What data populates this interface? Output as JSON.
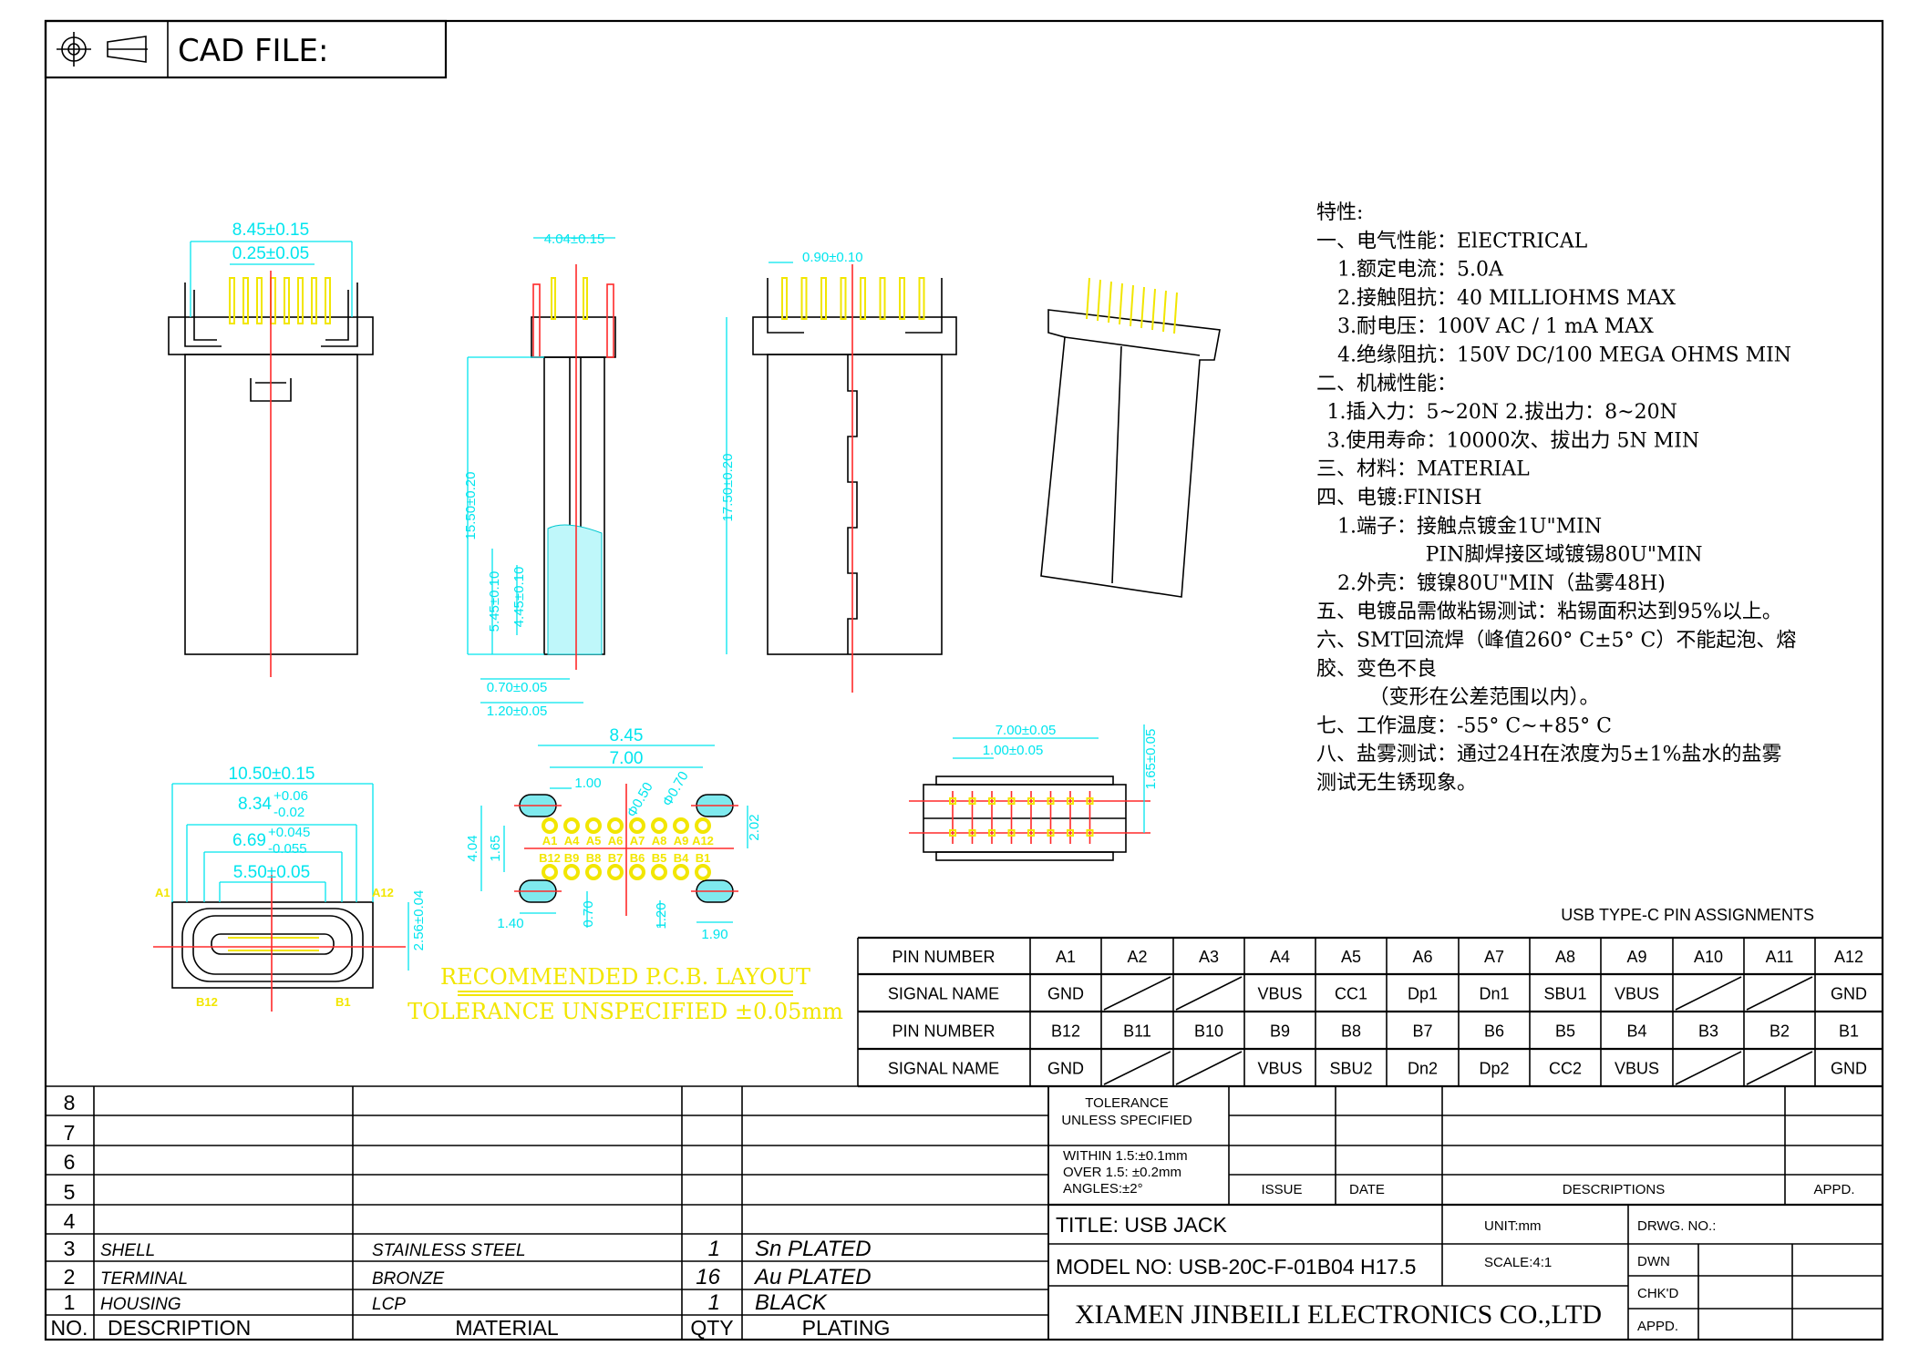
{
  "header": {
    "cad_file": "CAD FILE:"
  },
  "specs": [
    "特性:",
    "一、电气性能：ElECTRICAL",
    "1.额定电流：5.0A",
    "2.接触阻抗：40 MILLIOHMS MAX",
    "3.耐电压：100V AC / 1 mA MAX",
    "4.绝缘阻抗：150V DC/100 MEGA OHMS MIN",
    "二、机械性能：",
    "1.插入力：5~20N  2.拔出力：8~20N",
    "3.使用寿命：10000次、拔出力 5N MIN",
    "三、材料：MATERIAL",
    "四、电镀:FINISH",
    "1.端子：接触点镀金1U\"MIN",
    "PIN脚焊接区域镀锡80U\"MIN",
    "2.外壳：镀镍80U\"MIN（盐雾48H)",
    "五、电镀品需做粘锡测试：粘锡面积达到95%以上。",
    "六、SMT回流焊（峰值260° C±5° C）不能起泡、熔",
    "胶、变色不良",
    "（变形在公差范围以内）。",
    "七、工作温度：-55° C~+85° C",
    "八、盐雾测试：通过24H在浓度为5±1%盐水的盐雾",
    "测试无生锈现象。"
  ],
  "dims": {
    "front_width": "8.45±0.15",
    "front_pin_width": "0.25±0.05",
    "side_width": "4.04±0.15",
    "side_height": "15.50±0.20",
    "side_h1": "5.45±0.10",
    "side_h2": "4.45±0.10",
    "side_w1": "0.70±0.05",
    "side_w2": "1.20±0.05",
    "rear_pitch": "0.90±0.10",
    "rear_height": "17.50±0.20",
    "face_w1": "10.50±0.15",
    "face_w2": "8.34",
    "face_w2_tol_plus": "+0.06",
    "face_w2_tol_minus": "-0.02",
    "face_w3": "6.69",
    "face_w3_tol_plus": "+0.045",
    "face_w3_tol_minus": "-0.055",
    "face_w4": "5.50±0.05",
    "face_h": "2.56±0.04",
    "face_label_a1": "A1",
    "face_label_a12": "A12",
    "face_label_b12": "B12",
    "face_label_b1": "B1",
    "pcb_845": "8.45",
    "pcb_700": "7.00",
    "pcb_100": "1.00",
    "pcb_phi050": "Φ0.50",
    "pcb_phi070": "Φ0.70",
    "pcb_404": "4.04",
    "pcb_165": "1.65",
    "pcb_202": "2.02",
    "pcb_140": "1.40",
    "pcb_070": "0.70",
    "pcb_120": "1.20",
    "pcb_190": "1.90",
    "pcb_top_pins": [
      "A1",
      "A4",
      "A5",
      "A6",
      "A7",
      "A8",
      "A9",
      "A12"
    ],
    "pcb_bottom_pins": [
      "B12",
      "B9",
      "B8",
      "B7",
      "B6",
      "B5",
      "B4",
      "B1"
    ],
    "pcb_title": "RECOMMENDED  P.C.B.  LAYOUT",
    "pcb_tolerance": "TOLERANCE UNSPECIFIED ±0.05mm",
    "side_pcb_w1": "7.00±0.05",
    "side_pcb_w2": "1.00±0.05",
    "side_pcb_h": "1.65±0.05"
  },
  "pin_table": {
    "title": "USB TYPE-C PIN ASSIGNMENTS",
    "rows": [
      {
        "label": "PIN NUMBER",
        "cells": [
          "A1",
          "A2",
          "A3",
          "A4",
          "A5",
          "A6",
          "A7",
          "A8",
          "A9",
          "A10",
          "A11",
          "A12"
        ]
      },
      {
        "label": "SIGNAL NAME",
        "cells": [
          "GND",
          "",
          "",
          "VBUS",
          "CC1",
          "Dp1",
          "Dn1",
          "SBU1",
          "VBUS",
          "",
          "",
          "GND"
        ]
      },
      {
        "label": "PIN NUMBER",
        "cells": [
          "B12",
          "B11",
          "B10",
          "B9",
          "B8",
          "B7",
          "B6",
          "B5",
          "B4",
          "B3",
          "B2",
          "B1"
        ]
      },
      {
        "label": "SIGNAL NAME",
        "cells": [
          "GND",
          "",
          "",
          "VBUS",
          "SBU2",
          "Dn2",
          "Dp2",
          "CC2",
          "VBUS",
          "",
          "",
          "GND"
        ]
      }
    ]
  },
  "bom": {
    "rows": [
      {
        "no": "8",
        "description": "",
        "material": "",
        "qty": "",
        "plating": ""
      },
      {
        "no": "7",
        "description": "",
        "material": "",
        "qty": "",
        "plating": ""
      },
      {
        "no": "6",
        "description": "",
        "material": "",
        "qty": "",
        "plating": ""
      },
      {
        "no": "5",
        "description": "",
        "material": "",
        "qty": "",
        "plating": ""
      },
      {
        "no": "4",
        "description": "",
        "material": "",
        "qty": "",
        "plating": ""
      },
      {
        "no": "3",
        "description": "SHELL",
        "material": "STAINLESS STEEL",
        "qty": "1",
        "plating": "Sn PLATED"
      },
      {
        "no": "2",
        "description": "TERMINAL",
        "material": "BRONZE",
        "qty": "16",
        "plating": "Au PLATED"
      },
      {
        "no": "1",
        "description": "HOUSING",
        "material": "LCP",
        "qty": "1",
        "plating": "BLACK"
      }
    ],
    "header": {
      "no": "NO.",
      "description": "DESCRIPTION",
      "material": "MATERIAL",
      "qty": "QTY",
      "plating": "PLATING"
    }
  },
  "title_block": {
    "tolerance": "TOLERANCE",
    "unless": "UNLESS SPECIFIED",
    "within": "WITHIN 1.5:±0.1mm",
    "over": "OVER 1.5:  ±0.2mm",
    "angles": "ANGLES:±2°",
    "issue": "ISSUE",
    "date": "DATE",
    "descriptions": "DESCRIPTIONS",
    "appd_rev": "APPD.",
    "title": "TITLE:  USB JACK",
    "model": "MODEL NO: USB-20C-F-01B04  H17.5",
    "unit": "UNIT:mm",
    "scale": "SCALE:4:1",
    "drwg_no": "DRWG. NO.:",
    "dwn": "DWN",
    "chkd": "CHK'D",
    "appd": "APPD.",
    "company": "XIAMEN JINBEILI ELECTRONICS CO.,LTD"
  }
}
